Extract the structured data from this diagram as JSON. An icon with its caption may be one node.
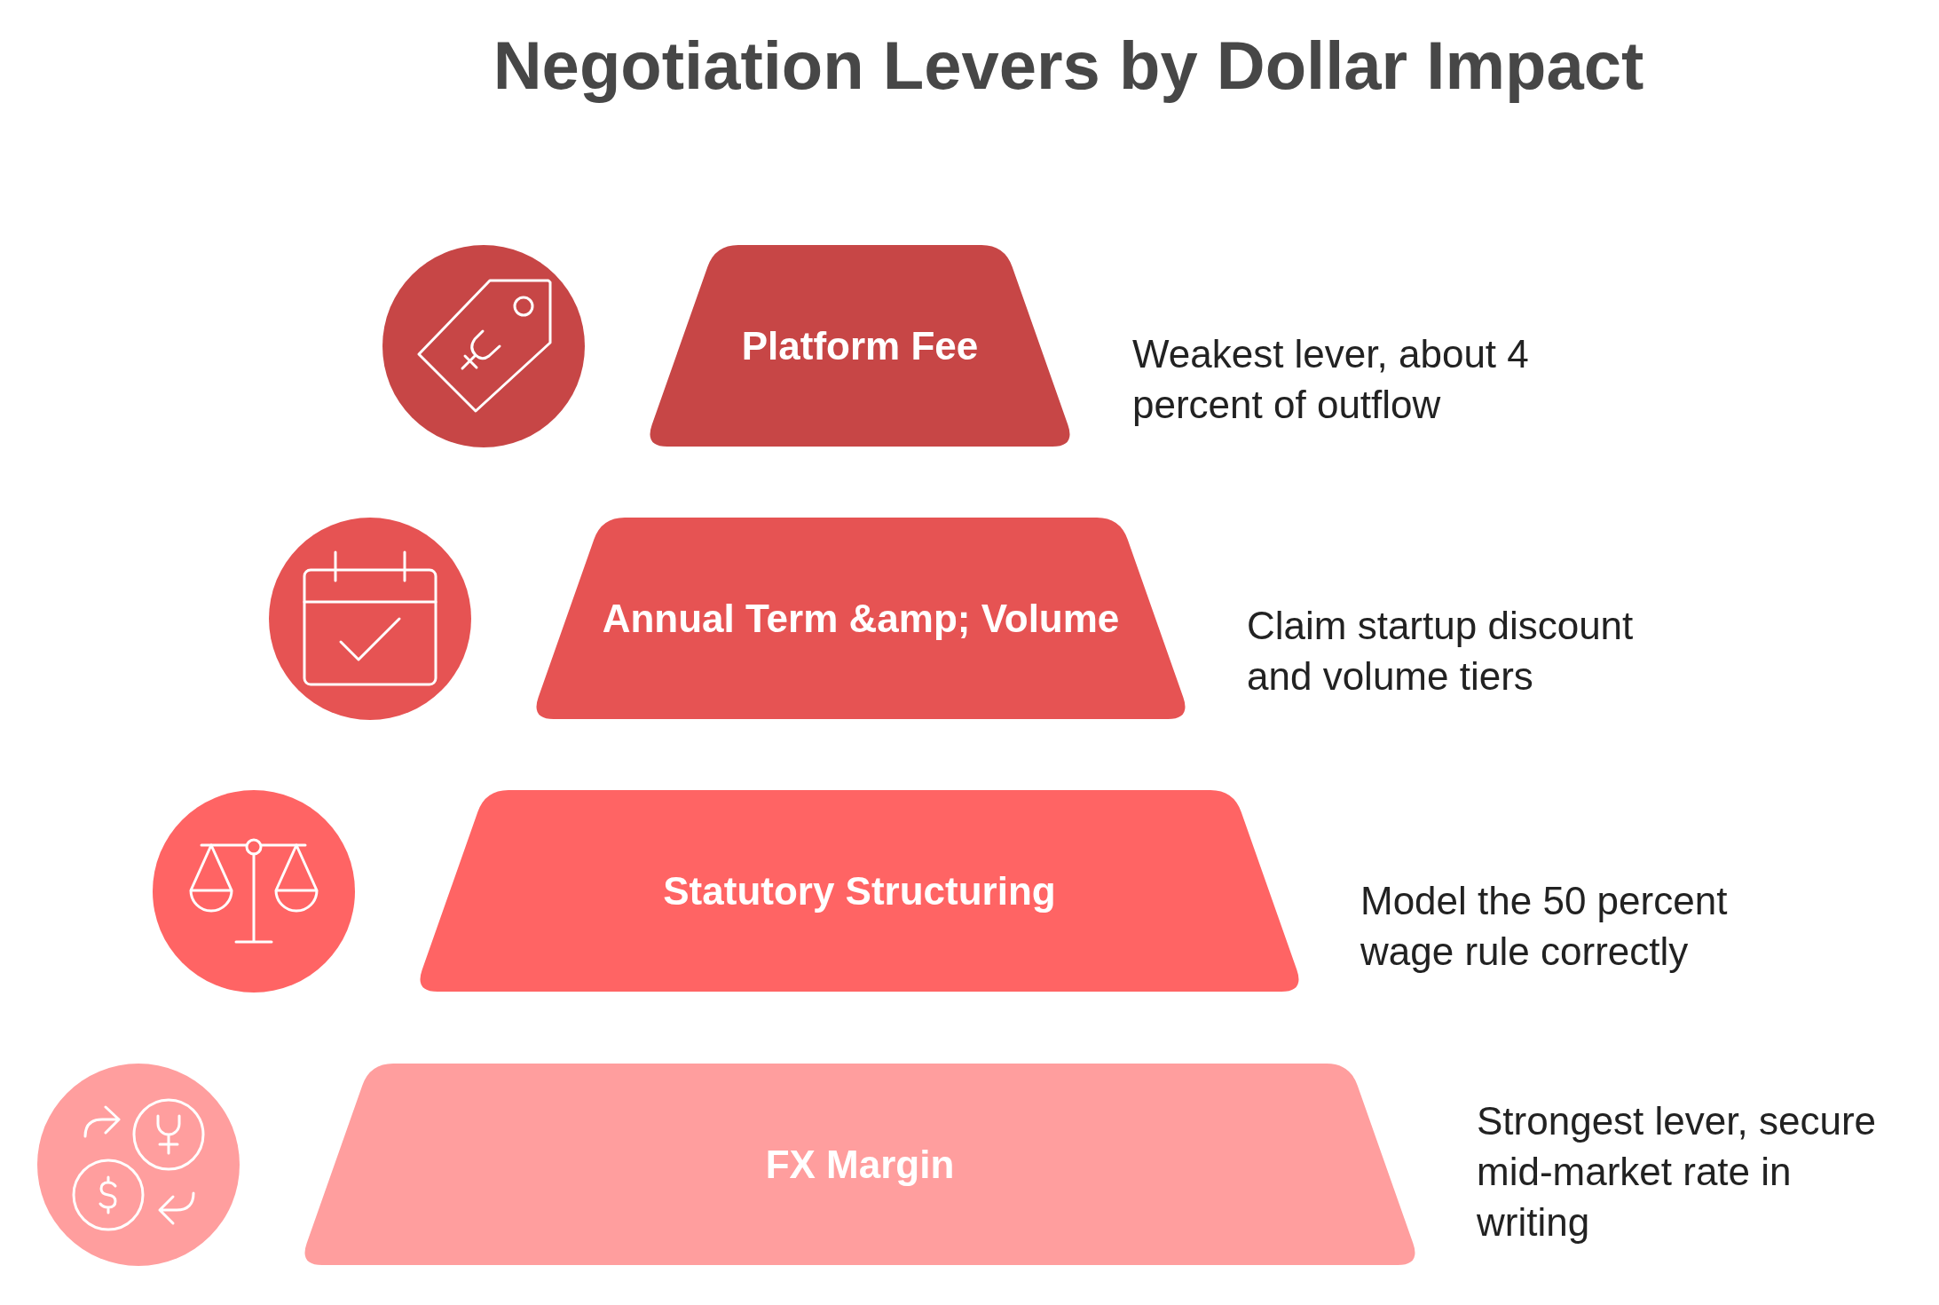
{
  "diagram": {
    "title": "Negotiation Levers by Dollar Impact",
    "nodes": [
      {
        "text": [
          "Platform Fee"
        ],
        "beside": [
          "Weakest lever, about 4 percent of outflow"
        ]
      },
      {
        "text": [
          "Annual Term &amp; Volume"
        ],
        "beside": [
          "Claim startup discount and volume tiers"
        ]
      },
      {
        "text": [
          "Statutory Structuring"
        ],
        "beside": [
          "Model the 50 percent wage rule correctly"
        ]
      },
      {
        "text": [
          "FX Margin"
        ],
        "beside": [
          "Strongest lever, secure mid-market rate in writing"
        ]
      }
    ]
  }
}
